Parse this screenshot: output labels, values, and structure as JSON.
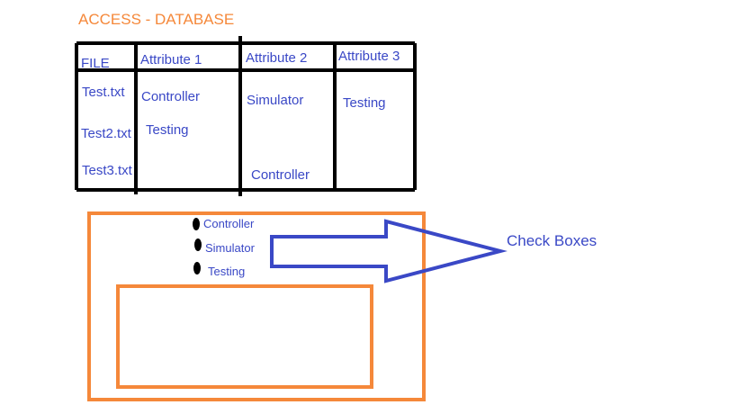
{
  "title": "ACCESS - DATABASE",
  "table": {
    "headers": [
      "FILE",
      "Attribute 1",
      "Attribute 2",
      "Attribute 3"
    ],
    "files": [
      "Test.txt",
      "Test2.txt",
      "Test3.txt"
    ],
    "attribute1": [
      "Controller",
      "Testing"
    ],
    "attribute2": [
      "Simulator",
      "Controller"
    ],
    "attribute3": [
      "Testing"
    ]
  },
  "checkboxes": [
    "Controller",
    "Simulator",
    "Testing"
  ],
  "callout_label": "Check Boxes",
  "colors": {
    "orange": "#f5883a",
    "blue": "#3a48c6",
    "black": "#000000"
  }
}
